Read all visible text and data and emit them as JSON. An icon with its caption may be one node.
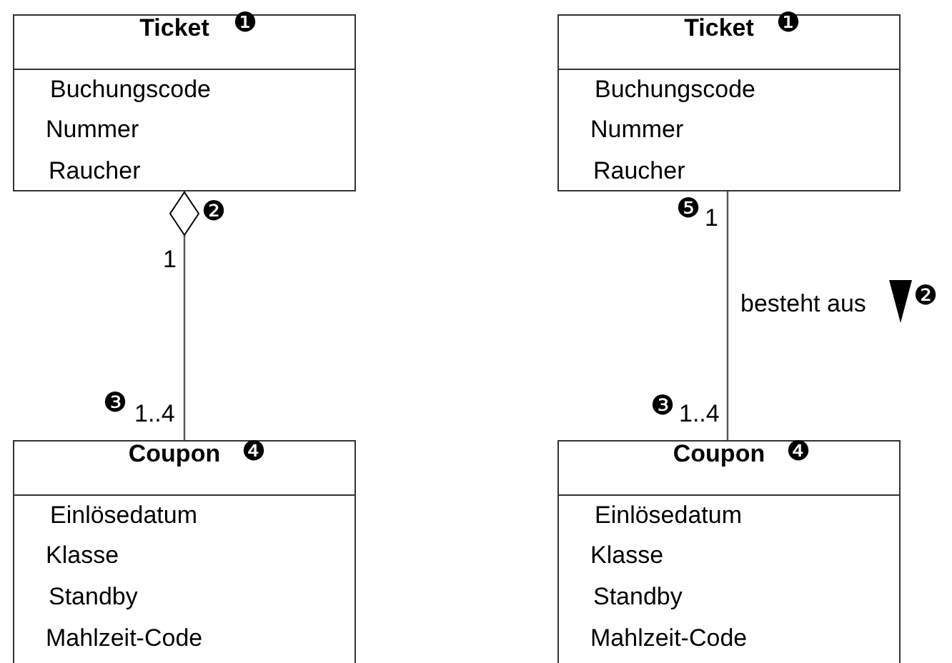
{
  "diagram": {
    "nodes": [
      {
        "text": [
          "Ticket",
          "Buchungscode",
          "Nummer",
          "Raucher"
        ]
      },
      {
        "text": [
          "Coupon",
          "Einlösedatum",
          "Klasse",
          "Standby",
          "Mahlzeit-Code"
        ]
      },
      {
        "text": [
          "Ticket",
          "Buchungscode",
          "Nummer",
          "Raucher"
        ]
      },
      {
        "text": [
          "Coupon",
          "Einlösedatum",
          "Klasse",
          "Standby",
          "Mahlzeit-Code"
        ]
      }
    ],
    "edges": [
      {
        "from": 0,
        "to": 1,
        "arrow": "other"
      },
      {
        "from": 2,
        "to": 3,
        "arrow": "none",
        "label": "besteht aus"
      }
    ],
    "labels": [
      "❶",
      "❶",
      "❷",
      "❺",
      "1",
      "1",
      "❷",
      "❸",
      "1..4",
      "❸",
      "1..4",
      "❹",
      "❹"
    ]
  }
}
